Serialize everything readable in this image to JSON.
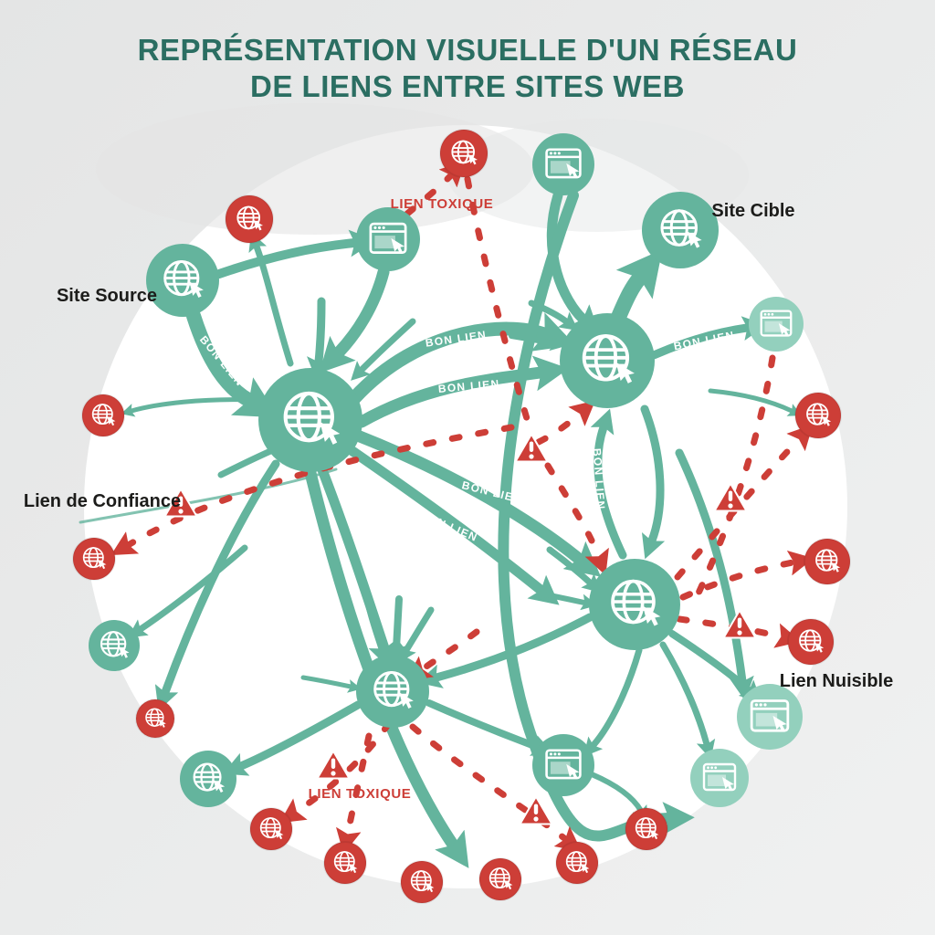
{
  "title": {
    "line1": "REPRÉSENTATION VISUELLE D'UN RÉSEAU",
    "line2": "DE LIENS ENTRE SITES WEB"
  },
  "labels": {
    "site_source": "Site Source",
    "site_cible": "Site Cible",
    "lien_de_confiance": "Lien de Confiance",
    "lien_nuisible": "Lien Nuisible",
    "lien_toxique": "LIEN TOXIQUE",
    "bon_lien": "BON LIEN"
  },
  "icons": {
    "globe": "globe-with-cursor-icon",
    "browser": "browser-window-with-cursor-icon",
    "warning": "warning-triangle-icon"
  },
  "colors": {
    "teal": "#64b49d",
    "teal-light": "#93d0bd",
    "red": "#cd3e37",
    "red-dark": "#b23730",
    "title": "#2b6e62",
    "ink": "#1c1c1a",
    "bg1": "#e6e7e7",
    "bg2": "#f1f2f2",
    "canvas": "#ffffff"
  }
}
